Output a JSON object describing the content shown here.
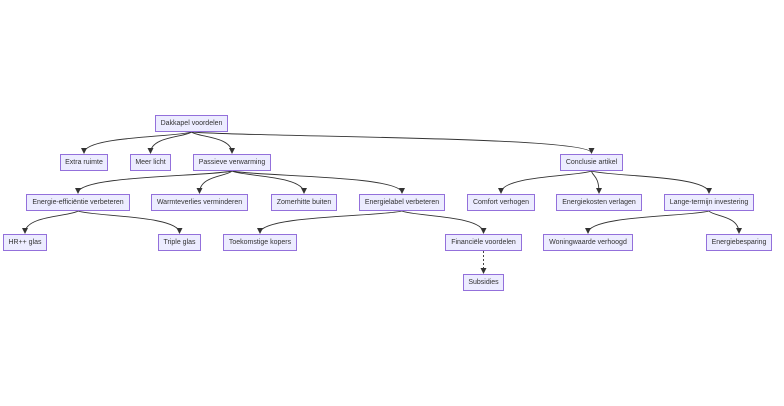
{
  "nodes": {
    "root": "Dakkapel voordelen",
    "extra": "Extra ruimte",
    "licht": "Meer licht",
    "passief": "Passieve verwarming",
    "conclusie": "Conclusie artikel",
    "eff": "Energie-efficiëntie verbeteren",
    "warmte": "Warmteverlies verminderen",
    "zomer": "Zomerhitte buiten",
    "label": "Energielabel verbeteren",
    "comfort": "Comfort verhogen",
    "kosten": "Energiekosten verlagen",
    "lange": "Lange-termijn investering",
    "hr": "HR++ glas",
    "triple": "Triple glas",
    "kopers": "Toekomstige kopers",
    "fin": "Financiële voordelen",
    "woning": "Woningwaarde verhoogd",
    "besparing": "Energiebesparing",
    "subsidies": "Subsidies"
  },
  "edges": [
    [
      "root",
      "extra"
    ],
    [
      "root",
      "licht"
    ],
    [
      "root",
      "passief"
    ],
    [
      "root",
      "conclusie"
    ],
    [
      "passief",
      "eff"
    ],
    [
      "passief",
      "warmte"
    ],
    [
      "passief",
      "zomer"
    ],
    [
      "passief",
      "label"
    ],
    [
      "eff",
      "hr"
    ],
    [
      "eff",
      "triple"
    ],
    [
      "label",
      "kopers"
    ],
    [
      "label",
      "fin"
    ],
    [
      "fin",
      "subsidies"
    ],
    [
      "conclusie",
      "comfort"
    ],
    [
      "conclusie",
      "kosten"
    ],
    [
      "conclusie",
      "lange"
    ],
    [
      "lange",
      "woning"
    ],
    [
      "lange",
      "besparing"
    ]
  ],
  "dashed_edges": [
    [
      "fin",
      "subsidies"
    ]
  ],
  "colors": {
    "node_fill": "#ECECFF",
    "node_border": "#9370DB",
    "edge": "#333333",
    "text": "#333333"
  }
}
